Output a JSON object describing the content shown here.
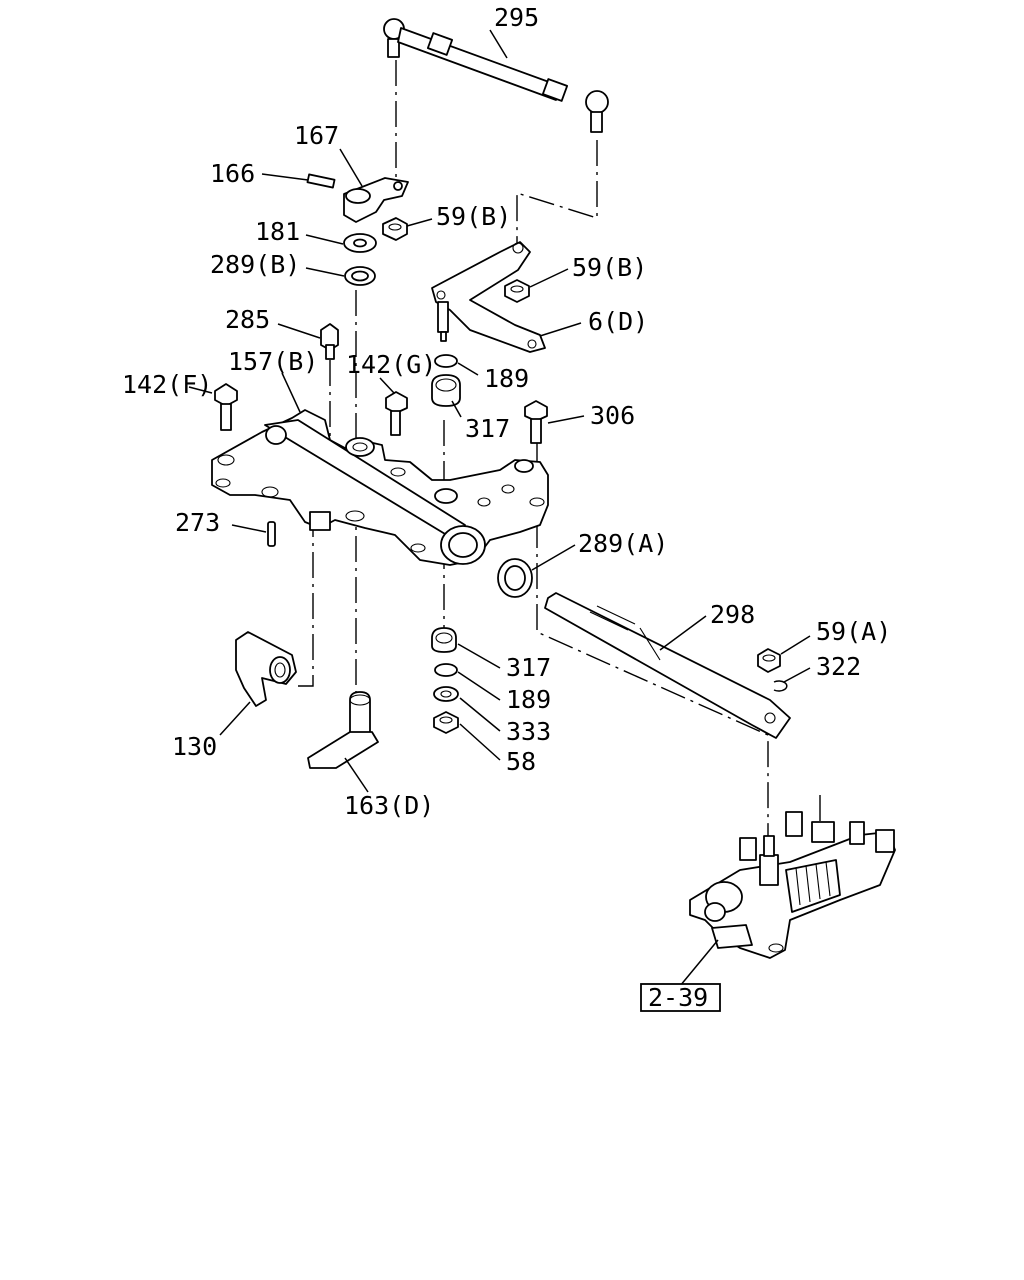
{
  "labels": {
    "l295": "295",
    "l167": "167",
    "l166": "166",
    "l181": "181",
    "l289b": "289(B)",
    "l59b_1": "59(B)",
    "l59b_2": "59(B)",
    "l6d": "6(D)",
    "l285": "285",
    "l157b": "157(B)",
    "l142g": "142(G)",
    "l189_top": "189",
    "l142f": "142(F)",
    "l317_top": "317",
    "l306": "306",
    "l273": "273",
    "l289a": "289(A)",
    "l298": "298",
    "l59a": "59(A)",
    "l322": "322",
    "l317_bot": "317",
    "l189_bot": "189",
    "l333": "333",
    "l58": "58",
    "l130": "130",
    "l163d": "163(D)",
    "ref": "2-39"
  }
}
